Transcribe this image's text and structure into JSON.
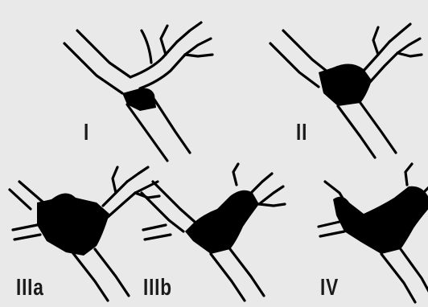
{
  "figure": {
    "panels": [
      {
        "id": "type-i",
        "label": "I"
      },
      {
        "id": "type-ii",
        "label": "II"
      },
      {
        "id": "type-iiia",
        "label": "IIIa"
      },
      {
        "id": "type-iiib",
        "label": "IIIb"
      },
      {
        "id": "type-iv",
        "label": "IV"
      }
    ]
  }
}
